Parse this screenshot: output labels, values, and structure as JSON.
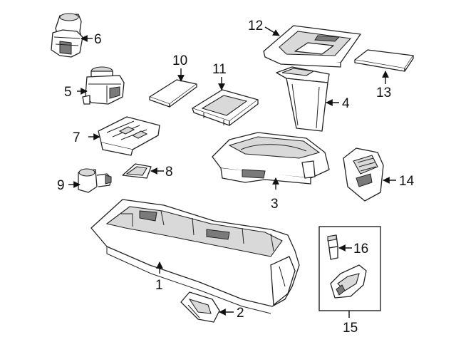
{
  "callouts": [
    {
      "id": "c1",
      "label": "1"
    },
    {
      "id": "c2",
      "label": "2"
    },
    {
      "id": "c3",
      "label": "3"
    },
    {
      "id": "c4",
      "label": "4"
    },
    {
      "id": "c5",
      "label": "5"
    },
    {
      "id": "c6",
      "label": "6"
    },
    {
      "id": "c7",
      "label": "7"
    },
    {
      "id": "c8",
      "label": "8"
    },
    {
      "id": "c9",
      "label": "9"
    },
    {
      "id": "c10",
      "label": "10"
    },
    {
      "id": "c11",
      "label": "11"
    },
    {
      "id": "c12",
      "label": "12"
    },
    {
      "id": "c13",
      "label": "13"
    },
    {
      "id": "c14",
      "label": "14"
    },
    {
      "id": "c15",
      "label": "15"
    },
    {
      "id": "c16",
      "label": "16"
    }
  ],
  "colors": {
    "line": "#222222",
    "background": "#ffffff",
    "shade": "#d9d9d9"
  }
}
